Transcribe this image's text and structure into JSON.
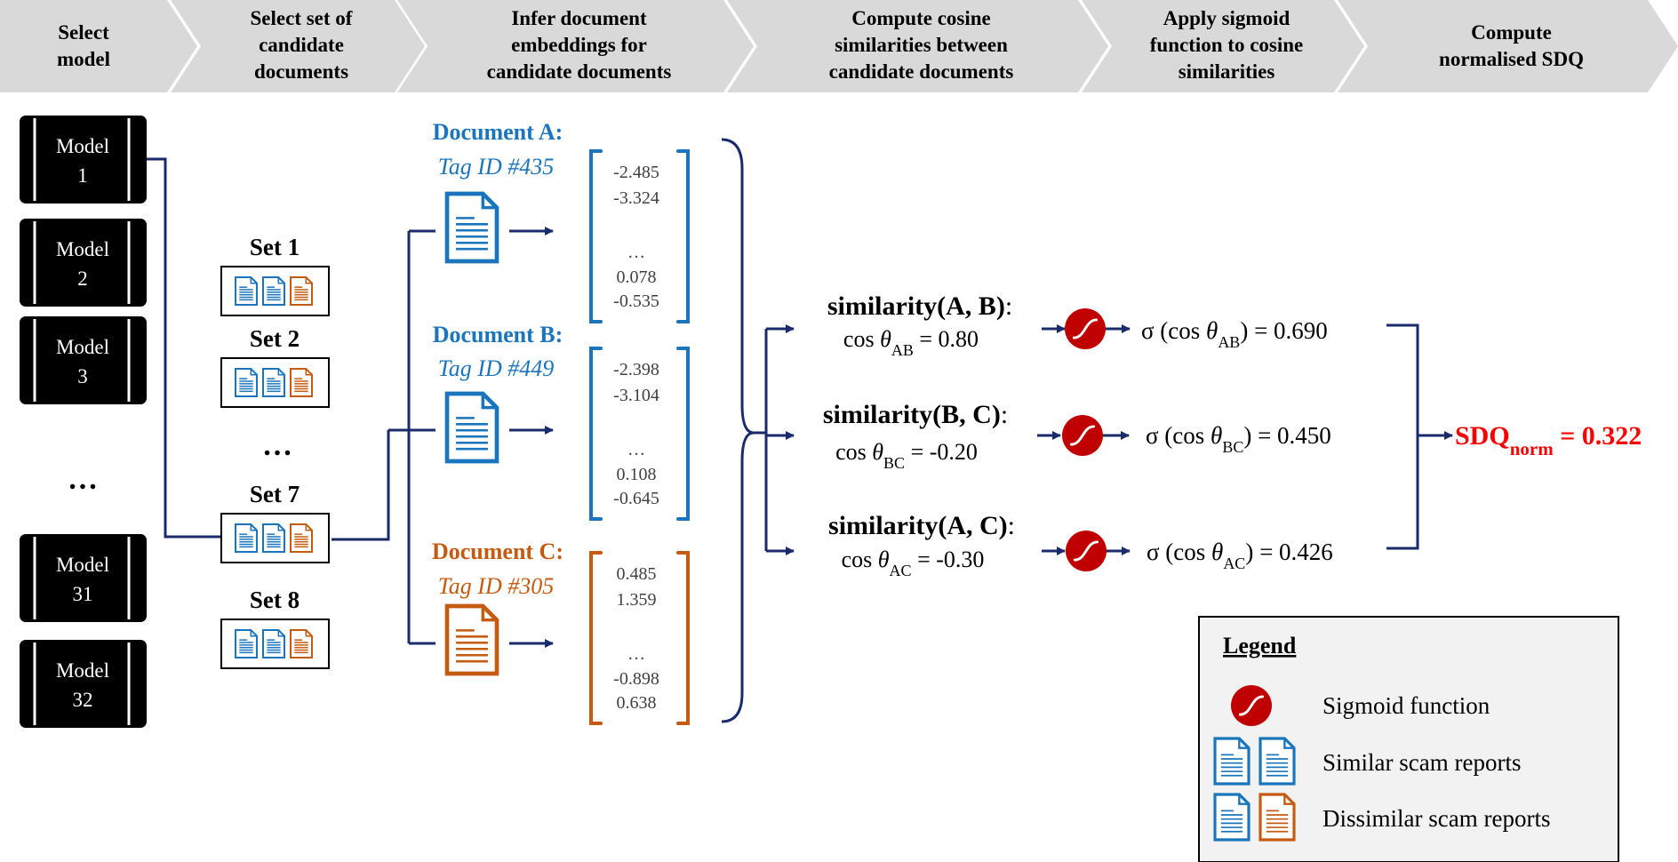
{
  "colors": {
    "navy": "#1a2b6b",
    "blue": "#1a75bc",
    "orange": "#c55a11",
    "red": "#ff0000",
    "sigmoid_fill": "#c00000",
    "step_fill": "#d9d9d9",
    "legend_fill": "#f2f2f2"
  },
  "steps": [
    {
      "lines": [
        "Select",
        "model"
      ]
    },
    {
      "lines": [
        "Select set of",
        "candidate",
        "documents"
      ]
    },
    {
      "lines": [
        "Infer document",
        "embeddings for",
        "candidate documents"
      ]
    },
    {
      "lines": [
        "Compute cosine",
        "similarities between",
        "candidate documents"
      ]
    },
    {
      "lines": [
        "Apply sigmoid",
        "function to cosine",
        "similarities"
      ]
    },
    {
      "lines": [
        "Compute",
        "normalised SDQ"
      ]
    }
  ],
  "models": [
    {
      "line1": "Model",
      "line2": "1"
    },
    {
      "line1": "Model",
      "line2": "2"
    },
    {
      "line1": "Model",
      "line2": "3"
    },
    {
      "line1": "Model",
      "line2": "31"
    },
    {
      "line1": "Model",
      "line2": "32"
    }
  ],
  "models_ellipsis": "…",
  "sets": [
    {
      "label": "Set 1",
      "icons": [
        "similar",
        "similar",
        "dissimilar"
      ]
    },
    {
      "label": "Set 2",
      "icons": [
        "similar",
        "similar",
        "dissimilar"
      ]
    },
    {
      "label": "Set 7",
      "icons": [
        "similar",
        "similar",
        "dissimilar"
      ]
    },
    {
      "label": "Set 8",
      "icons": [
        "similar",
        "similar",
        "dissimilar"
      ]
    }
  ],
  "sets_ellipsis": "…",
  "documents": [
    {
      "title": "Document A",
      "tag": "Tag ID #435",
      "tone": "similar",
      "vector": [
        "-2.485",
        "-3.324",
        "…",
        "0.078",
        "-0.535"
      ]
    },
    {
      "title": "Document B",
      "tag": "Tag ID #449",
      "tone": "similar",
      "vector": [
        "-2.398",
        "-3.104",
        "…",
        "0.108",
        "-0.645"
      ]
    },
    {
      "title": "Document C",
      "tag": "Tag ID #305",
      "tone": "dissimilar",
      "vector": [
        "0.485",
        "1.359",
        "…",
        "-0.898",
        "0.638"
      ]
    }
  ],
  "similarities": [
    {
      "title": "similarity(A, B)",
      "cos_prefix": "cos ",
      "theta": "θ",
      "subscript": "AB",
      "cos_value": " = 0.80",
      "sig_prefix": "σ (cos ",
      "sig_value": ") = 0.690"
    },
    {
      "title": "similarity(B, C)",
      "cos_prefix": "cos ",
      "theta": "θ",
      "subscript": "BC",
      "cos_value": " = -0.20",
      "sig_prefix": "σ (cos ",
      "sig_value": ") = 0.450"
    },
    {
      "title": "similarity(A, C)",
      "cos_prefix": "cos ",
      "theta": "θ",
      "subscript": "AC",
      "cos_value": " = -0.30",
      "sig_prefix": "σ (cos ",
      "sig_value": ") = 0.426"
    }
  ],
  "result": {
    "main": "SDQ",
    "subscript": "norm",
    "value": " = 0.322"
  },
  "legend": {
    "title": "Legend",
    "items": [
      {
        "icon": "sigmoid-icon",
        "label": "Sigmoid function"
      },
      {
        "icon": "similar-pair-icon",
        "label": "Similar scam reports"
      },
      {
        "icon": "dissimilar-pair-icon",
        "label": "Dissimilar scam reports"
      }
    ]
  }
}
